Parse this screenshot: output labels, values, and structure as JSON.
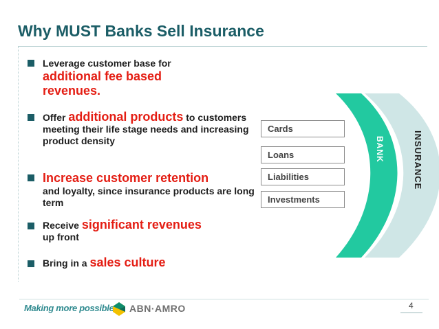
{
  "title": "Why MUST Banks Sell Insurance",
  "bullets": [
    {
      "pre": "Leverage customer base for",
      "highlight": "additional fee based revenues.",
      "post": ""
    },
    {
      "pre": "Offer",
      "highlight": "additional products",
      "post": "to customers meeting their life stage needs and increasing product density"
    },
    {
      "pre": "",
      "highlight": "Increase customer retention",
      "post": "and loyalty, since insurance products are long term"
    },
    {
      "pre": "Receive",
      "highlight": "significant revenues",
      "post": "up front"
    },
    {
      "pre": "Bring in a",
      "highlight": "sales culture",
      "post": ""
    }
  ],
  "diagram": {
    "boxes": [
      "Cards",
      "Loans",
      "Liabilities",
      "Investments"
    ],
    "inner_label": "BANK",
    "outer_label": "INSURANCE",
    "colors": {
      "inner": "#22c9a0",
      "outer": "#cfe6e6"
    }
  },
  "footer": {
    "tagline": "Making more possible",
    "logo_text": "ABN·AMRO",
    "page_number": "4"
  }
}
